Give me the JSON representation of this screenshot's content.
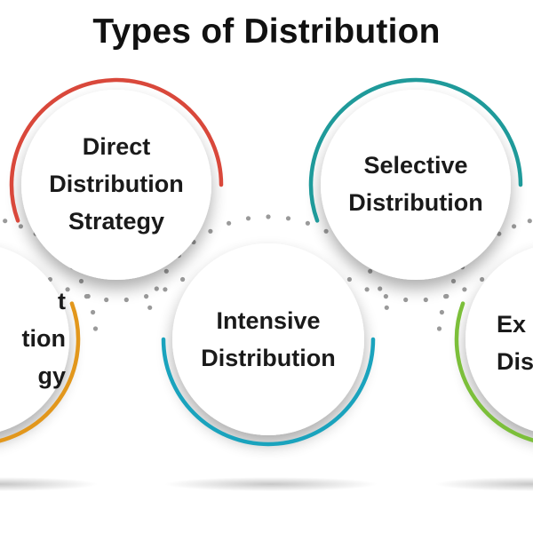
{
  "title": "Types of Distribution",
  "nodes": [
    {
      "id": "direct",
      "text": "Direct\nDistribution\nStrategy",
      "color": "#d9483b"
    },
    {
      "id": "selective",
      "text": "Selective\nDistribution",
      "color": "#1f9a9a"
    },
    {
      "id": "indirect",
      "text": "t\ntion\ngy",
      "color": "#e2971c"
    },
    {
      "id": "intensive",
      "text": "Intensive\nDistribution",
      "color": "#1aa3bd"
    },
    {
      "id": "exclusive",
      "text": "Ex\nDis",
      "color": "#7cbf3a"
    }
  ],
  "connector": {
    "dot_color": "#9a9a9a"
  }
}
